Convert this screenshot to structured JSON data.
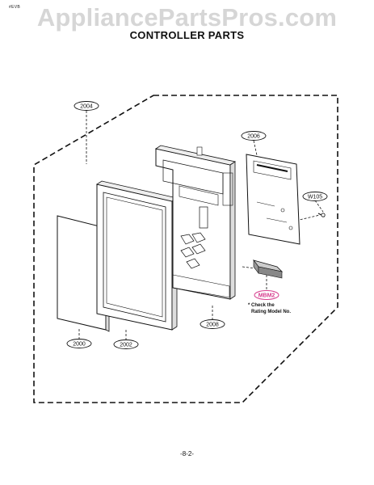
{
  "header": {
    "corner_mark": "#EVB",
    "watermark": "AppliancePartsPros.com",
    "title": "CONTROLLER PARTS"
  },
  "parts": {
    "p2004": "2004",
    "p2006": "2006",
    "pW105": "W105",
    "pMBM2": "MBM2",
    "p2008": "2008",
    "p2000": "2000",
    "p2002": "2002"
  },
  "note": {
    "line1": "* Check the",
    "line2": "Rating Model No."
  },
  "footer": {
    "page_number": "-8-2-"
  },
  "colors": {
    "line": "#111111",
    "highlight": "#d63a8c",
    "watermark": "#d6d6d6"
  }
}
